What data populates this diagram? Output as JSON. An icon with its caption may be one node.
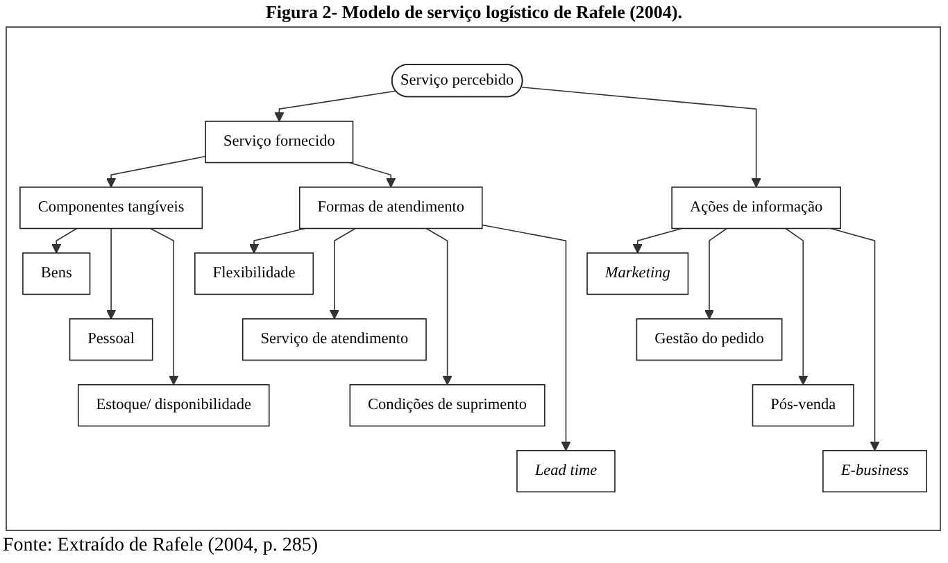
{
  "diagram": {
    "title": "Figura 2- Modelo de serviço logístico de Rafele (2004).",
    "caption": "Fonte: Extraído de Rafele (2004, p. 285)",
    "nodes": [
      {
        "text": [
          "Serviço percebido"
        ]
      },
      {
        "text": [
          "Serviço fornecido"
        ]
      },
      {
        "text": [
          "Componentes tangíveis"
        ]
      },
      {
        "text": [
          "Formas de atendimento"
        ]
      },
      {
        "text": [
          "Ações de informação"
        ]
      },
      {
        "text": [
          "Bens"
        ]
      },
      {
        "text": [
          "Pessoal"
        ]
      },
      {
        "text": [
          "Estoque/ disponibilidade"
        ]
      },
      {
        "text": [
          "Flexibilidade"
        ]
      },
      {
        "text": [
          "Serviço de atendimento"
        ]
      },
      {
        "text": [
          "Condições de suprimento"
        ]
      },
      {
        "text": [
          "Lead time"
        ]
      },
      {
        "text": [
          "Marketing"
        ]
      },
      {
        "text": [
          "Gestão do pedido"
        ]
      },
      {
        "text": [
          "Pós-venda"
        ]
      },
      {
        "text": [
          "E-business"
        ]
      }
    ],
    "edges": [
      {
        "from": 0,
        "to": 1,
        "arrow": "to"
      },
      {
        "from": 0,
        "to": 4,
        "arrow": "to"
      },
      {
        "from": 1,
        "to": 2,
        "arrow": "to"
      },
      {
        "from": 1,
        "to": 3,
        "arrow": "to"
      },
      {
        "from": 2,
        "to": 5,
        "arrow": "to"
      },
      {
        "from": 2,
        "to": 6,
        "arrow": "to"
      },
      {
        "from": 2,
        "to": 7,
        "arrow": "to"
      },
      {
        "from": 3,
        "to": 8,
        "arrow": "to"
      },
      {
        "from": 3,
        "to": 9,
        "arrow": "to"
      },
      {
        "from": 3,
        "to": 10,
        "arrow": "to"
      },
      {
        "from": 3,
        "to": 11,
        "arrow": "to"
      },
      {
        "from": 4,
        "to": 12,
        "arrow": "to"
      },
      {
        "from": 4,
        "to": 13,
        "arrow": "to"
      },
      {
        "from": 4,
        "to": 14,
        "arrow": "to"
      },
      {
        "from": 4,
        "to": 15,
        "arrow": "to"
      }
    ]
  }
}
